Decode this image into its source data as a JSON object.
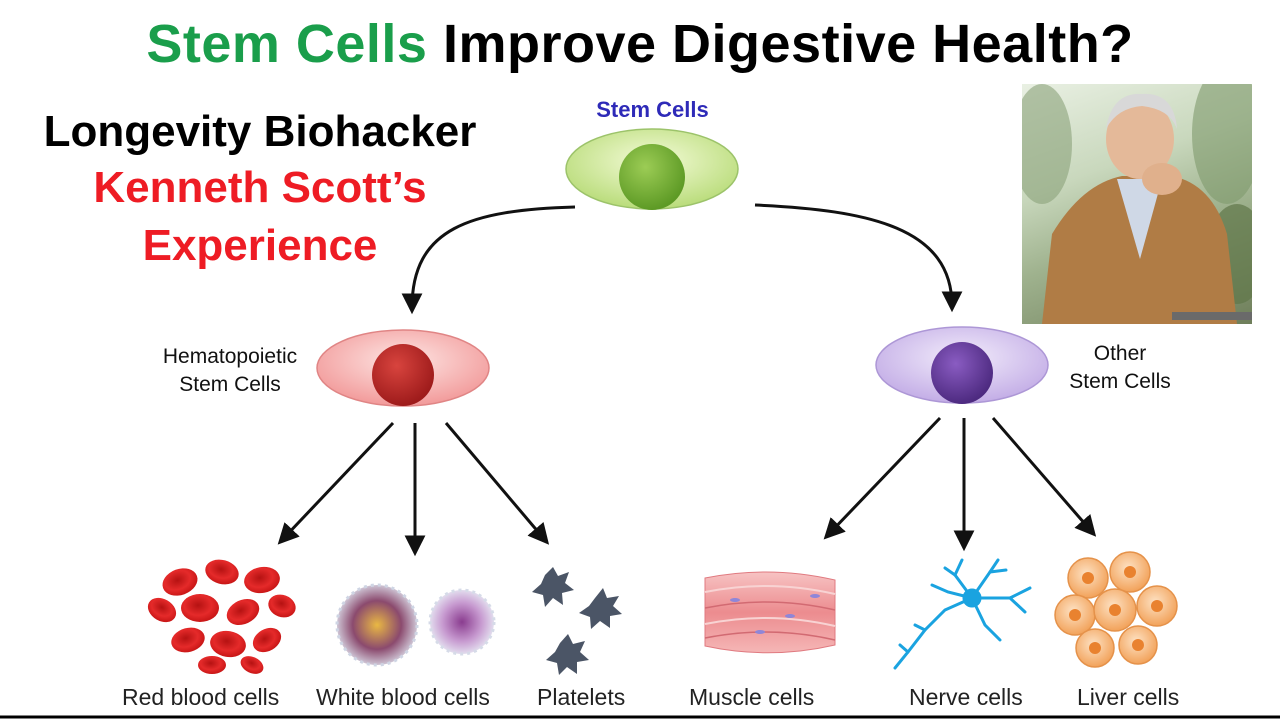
{
  "title": {
    "accent": "Stem Cells",
    "rest": "Improve Digestive Health?"
  },
  "subtitle": {
    "line1": "Longevity Biohacker",
    "line2": "Kenneth Scott’s",
    "line3": "Experience"
  },
  "diagram": {
    "root_label": "Stem Cells",
    "left_branch": {
      "label_line1": "Hematopoietic",
      "label_line2": "Stem Cells",
      "children": [
        "Red blood cells",
        "White blood cells",
        "Platelets"
      ]
    },
    "right_branch": {
      "label_line1": "Other",
      "label_line2": "Stem Cells",
      "children": [
        "Muscle cells",
        "Nerve cells",
        "Liver cells"
      ]
    }
  },
  "colors": {
    "title_accent": "#1a9e4b",
    "subtitle_red": "#ee1c24",
    "root_label": "#2e2ab8"
  }
}
